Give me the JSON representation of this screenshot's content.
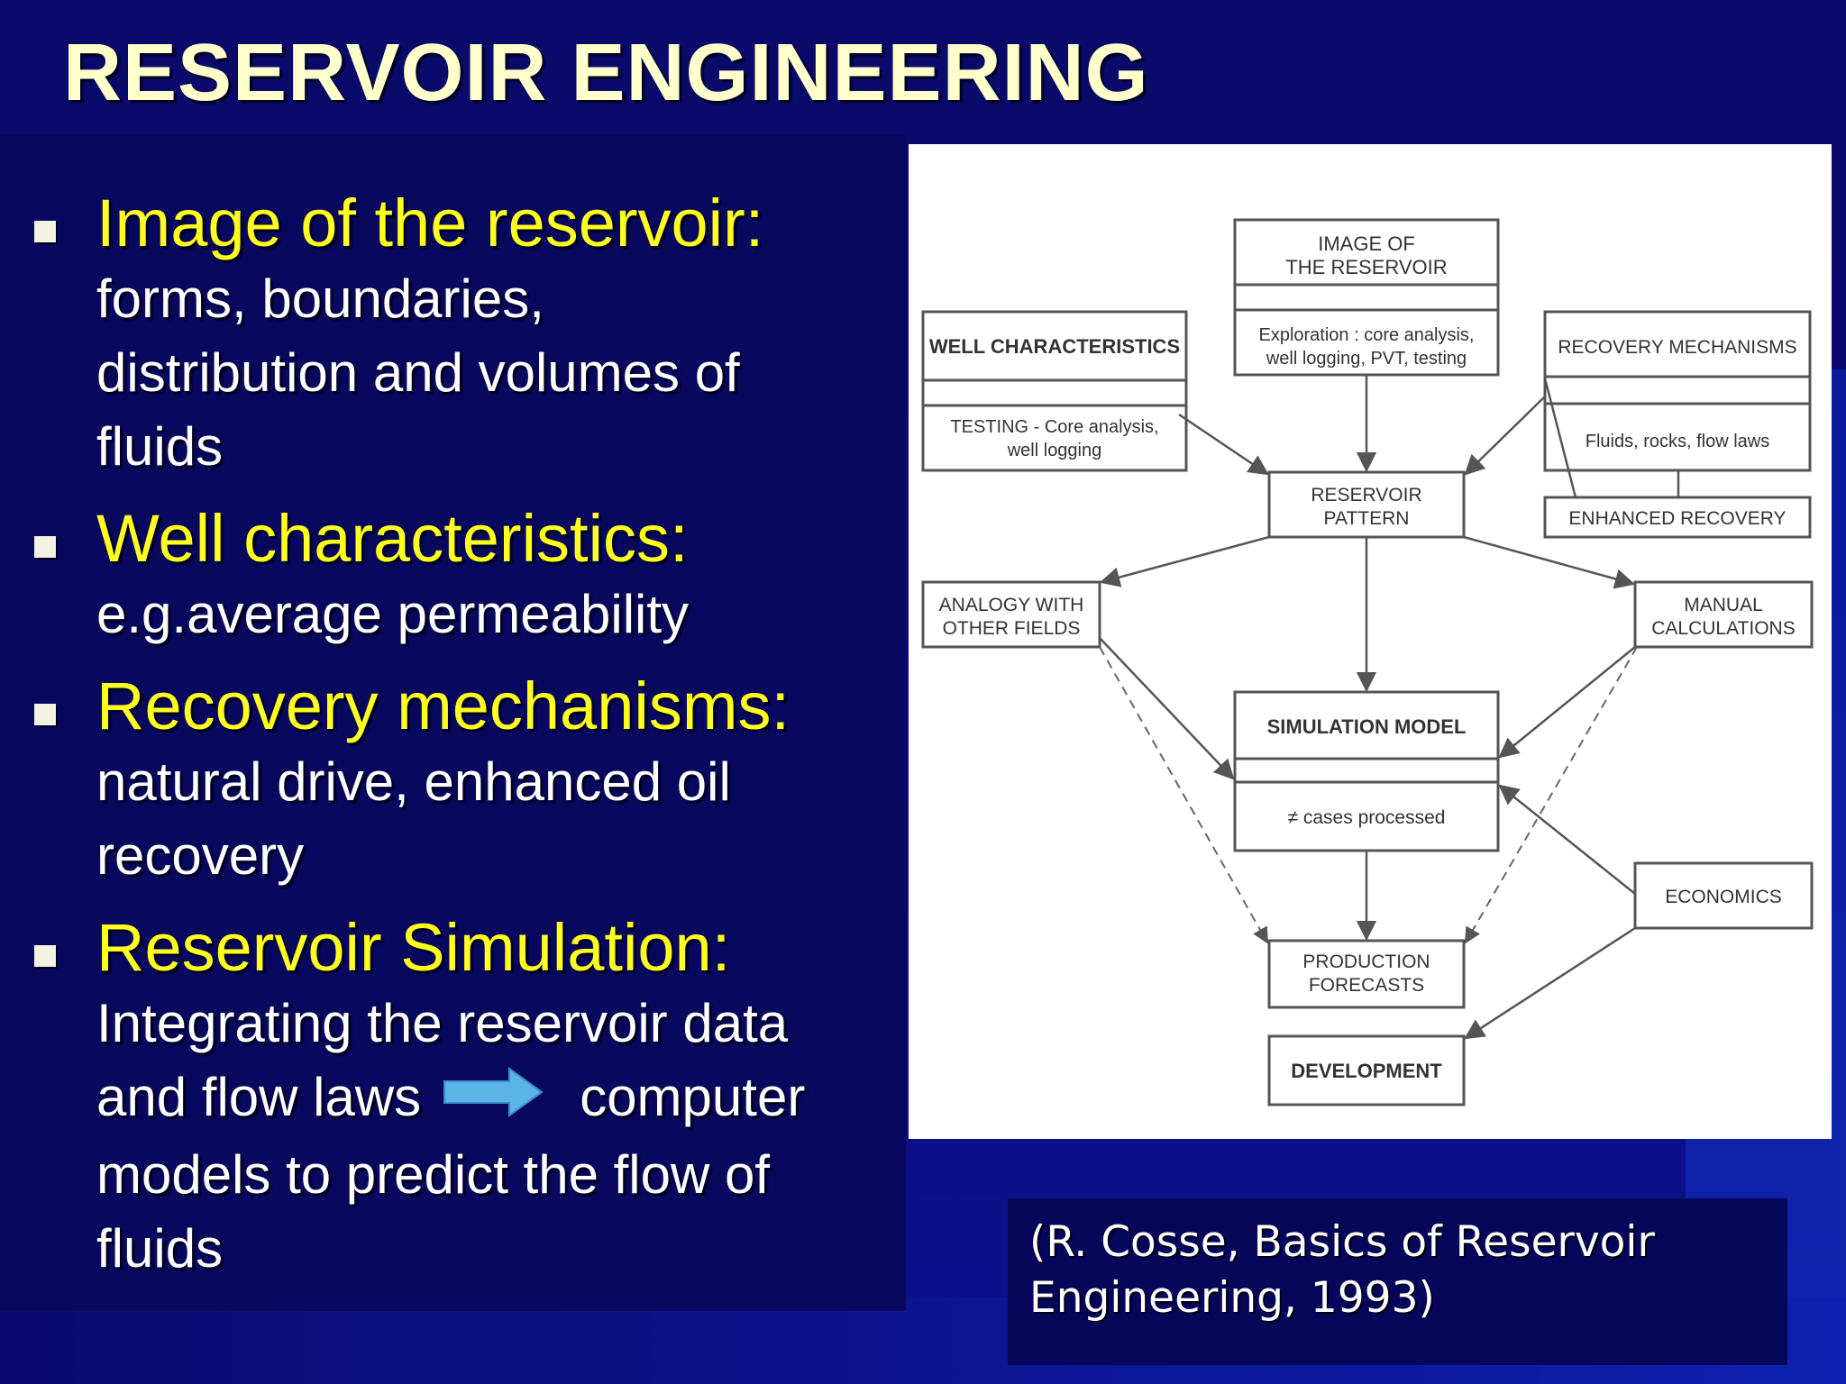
{
  "slide": {
    "title": "RESERVOIR ENGINEERING",
    "bullets": [
      {
        "heading": "Image of the reservoir:",
        "lines": [
          "forms, boundaries,",
          "distribution and volumes of",
          "fluids"
        ]
      },
      {
        "heading": "Well characteristics:",
        "lines": [
          "e.g.average permeability"
        ]
      },
      {
        "heading": "Recovery mechanisms:",
        "lines": [
          "natural drive, enhanced oil",
          "recovery"
        ]
      },
      {
        "heading": "Reservoir Simulation:",
        "lines": [
          "Integrating the reservoir data",
          "and flow laws",
          "computer",
          "models to predict the flow of",
          "fluids"
        ]
      }
    ],
    "citation": [
      "(R. Cosse, Basics of Reservoir",
      "Engineering, 1993)"
    ]
  },
  "diagram": {
    "image_title": [
      "IMAGE OF",
      "THE RESERVOIR"
    ],
    "image_sub": [
      "Exploration : core analysis,",
      "well logging, PVT, testing"
    ],
    "well_title": "WELL CHARACTERISTICS",
    "well_sub": [
      "TESTING - Core analysis,",
      "well logging"
    ],
    "recovery_title": "RECOVERY MECHANISMS",
    "recovery_sub": "Fluids, rocks, flow laws",
    "enhanced": "ENHANCED RECOVERY",
    "pattern": [
      "RESERVOIR",
      "PATTERN"
    ],
    "analogy": [
      "ANALOGY WITH",
      "OTHER FIELDS"
    ],
    "manual": [
      "MANUAL",
      "CALCULATIONS"
    ],
    "sim_title": "SIMULATION MODEL",
    "sim_sub": "≠ cases processed",
    "economics": "ECONOMICS",
    "production": [
      "PRODUCTION",
      "FORECASTS"
    ],
    "development": "DEVELOPMENT"
  }
}
